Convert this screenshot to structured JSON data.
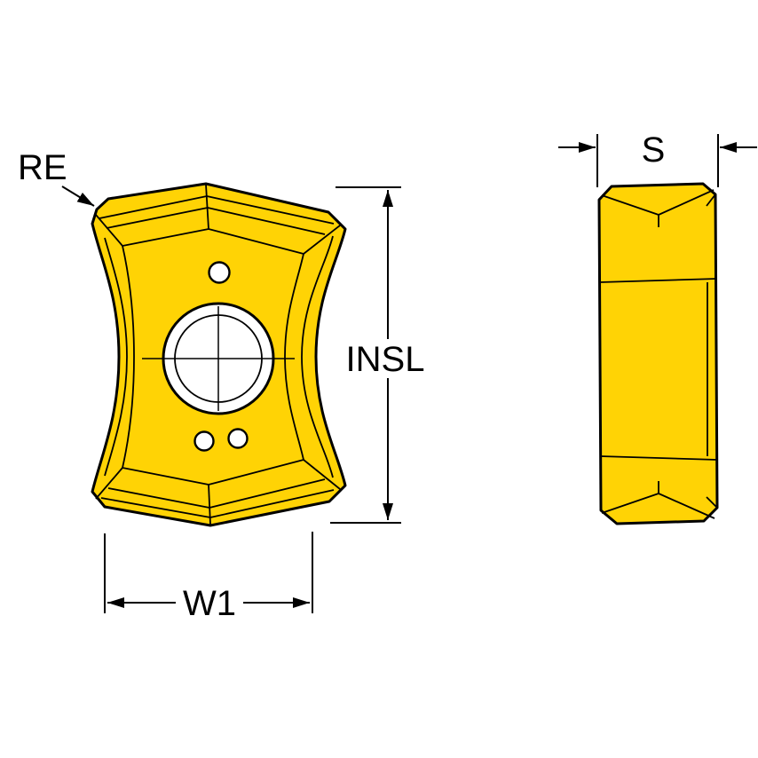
{
  "drawing": {
    "type": "technical-dimension-drawing",
    "colors": {
      "insert_fill": "#FFD305",
      "line": "#000000",
      "background": "#FFFFFF"
    },
    "labels": {
      "re": "RE",
      "insl": "INSL",
      "w1": "W1",
      "s": "S"
    }
  }
}
